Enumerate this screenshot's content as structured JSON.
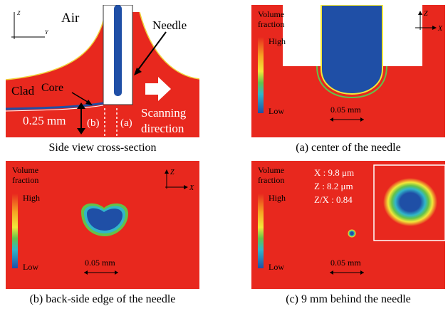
{
  "colors": {
    "clad_red": "#e8281e",
    "core_blue": "#1f4fa6",
    "air_white": "#ffffff",
    "needle_blue": "#1f4fa6"
  },
  "side_view": {
    "air_label": "Air",
    "needle_label": "Needle",
    "clad_label": "Clad",
    "core_label": "Core",
    "depth_label": "0.25 mm",
    "line_b_label": "(b)",
    "line_a_label": "(a)",
    "scan_label_1": "Scanning",
    "scan_label_2": "direction",
    "axis_z": "Z",
    "axis_y": "Y",
    "caption": "Side view cross-section"
  },
  "panel_a": {
    "legend_title_1": "Volume",
    "legend_title_2": "fraction",
    "legend_high": "High",
    "legend_low": "Low",
    "scale_label": "0.05 mm",
    "axis_z": "Z",
    "axis_x": "X",
    "caption": "(a) center of the needle"
  },
  "panel_b": {
    "legend_title_1": "Volume",
    "legend_title_2": "fraction",
    "legend_high": "High",
    "legend_low": "Low",
    "scale_label": "0.05 mm",
    "axis_z": "Z",
    "axis_x": "X",
    "caption": "(b) back-side edge of the needle"
  },
  "panel_c": {
    "legend_title_1": "Volume",
    "legend_title_2": "fraction",
    "legend_high": "High",
    "legend_low": "Low",
    "scale_label": "0.05 mm",
    "stat_x": "X : 9.8 μm",
    "stat_z": "Z : 8.2 μm",
    "stat_ratio": "Z/X : 0.84",
    "caption": "(c) 9 mm behind the needle"
  }
}
